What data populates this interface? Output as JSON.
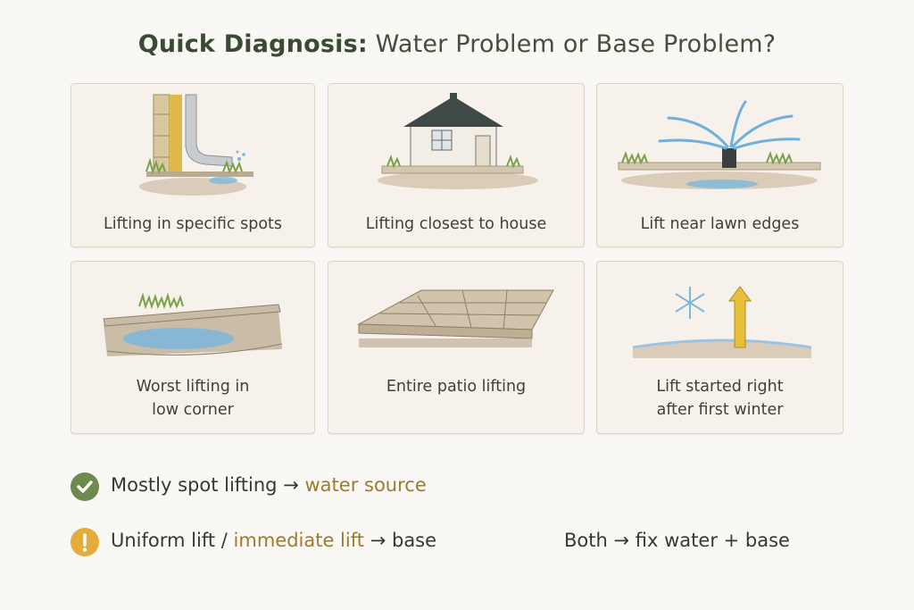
{
  "title": {
    "bold": "Quick Diagnosis:",
    "rest": "Water Problem or Base Problem?"
  },
  "cards": [
    {
      "label": "Lifting in specific spots"
    },
    {
      "label": "Lifting closest to house"
    },
    {
      "label": "Lift near lawn edges"
    },
    {
      "label_line1": "Worst lifting in",
      "label_line2": "low corner"
    },
    {
      "label": "Entire patio lifting"
    },
    {
      "label_line1": "Lift started right",
      "label_line2": "after first winter"
    }
  ],
  "legend": {
    "row1": {
      "icon": "check-icon",
      "text": "Mostly spot lifting",
      "arrow": "→",
      "accent": "water source"
    },
    "row2": {
      "icon": "exclamation-icon",
      "text_a": "Uniform lift /",
      "accent": "immediate lift",
      "arrow": "→",
      "text_b": "base"
    },
    "both": {
      "text_a": "Both",
      "arrow": "→",
      "text_b": "fix water + base"
    }
  },
  "colors": {
    "check": "#6f8a4e",
    "warning": "#e3ad3c",
    "accent": "#a07a2a",
    "title": "#3c4a36"
  }
}
